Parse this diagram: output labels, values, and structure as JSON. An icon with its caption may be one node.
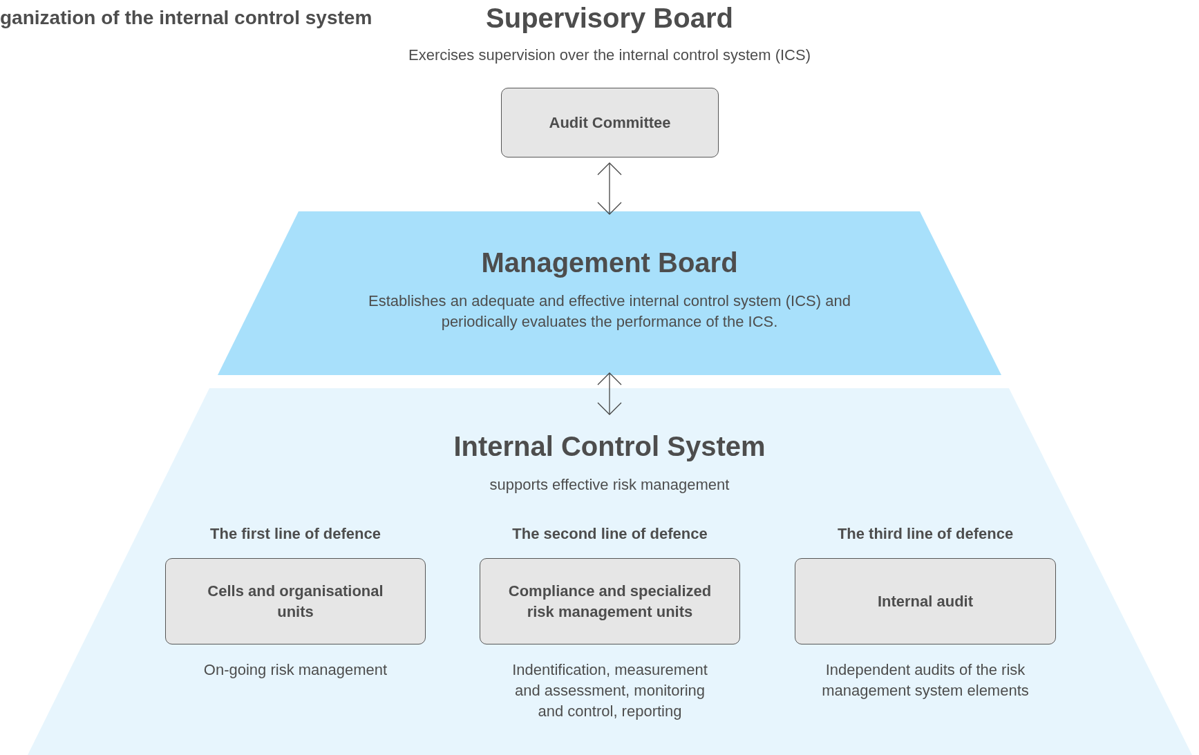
{
  "diagram": {
    "title": "ganization of the internal control system",
    "nodes": [
      {
        "text": [
          "Audit Committee"
        ]
      },
      {
        "text": [
          "Management Board",
          "Establishes an adequate and effective internal control system (ICS) and periodically evaluates the performance of the ICS."
        ]
      },
      {
        "text": [
          "Internal Control System",
          "supports effective risk management"
        ]
      },
      {
        "text": [
          "The first line of defence",
          "Cells and organisational units"
        ],
        "beside": [
          "On-going risk management"
        ],
        "in": 2
      },
      {
        "text": [
          "The second line of defence",
          "Compliance and specialized risk management units"
        ],
        "beside": [
          "Indentification, measurement and assessment, monitoring and control, reporting"
        ],
        "in": 2
      },
      {
        "text": [
          "The third line of defence",
          "Internal audit"
        ],
        "beside": [
          "Independent audits of the risk management system elements"
        ],
        "in": 2
      }
    ],
    "edges": [
      {
        "from": 0,
        "to": 1,
        "arrow": "both"
      },
      {
        "from": 1,
        "to": 2,
        "arrow": "both"
      }
    ],
    "labels": [
      "Supervisory Board",
      "Exercises supervision over the internal control system (ICS)"
    ]
  }
}
